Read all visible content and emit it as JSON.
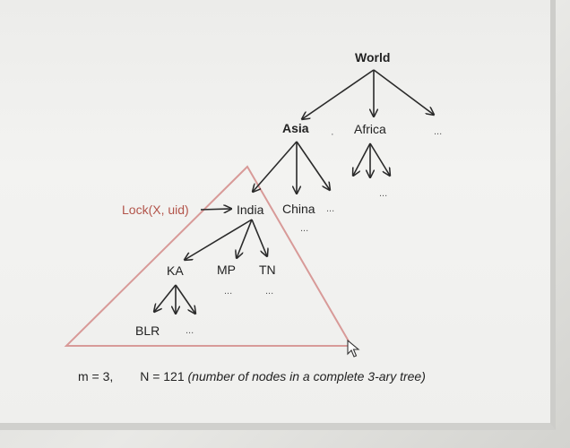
{
  "nodes": {
    "world": "World",
    "asia": "Asia",
    "africa": "Africa",
    "india": "India",
    "china": "China",
    "ka": "KA",
    "mp": "MP",
    "tn": "TN",
    "blr": "BLR"
  },
  "ellipsis": "...",
  "lock_call": "Lock(X, uid)",
  "caption": {
    "m": "m = 3,",
    "n": "N = 121",
    "description": "(number of nodes in a complete 3-ary tree)"
  },
  "colors": {
    "edge": "#2a2a2a",
    "subtree_triangle": "#d89a98",
    "lock_text": "#b2544a"
  },
  "icons": {
    "cursor": "mouse-pointer-icon"
  }
}
